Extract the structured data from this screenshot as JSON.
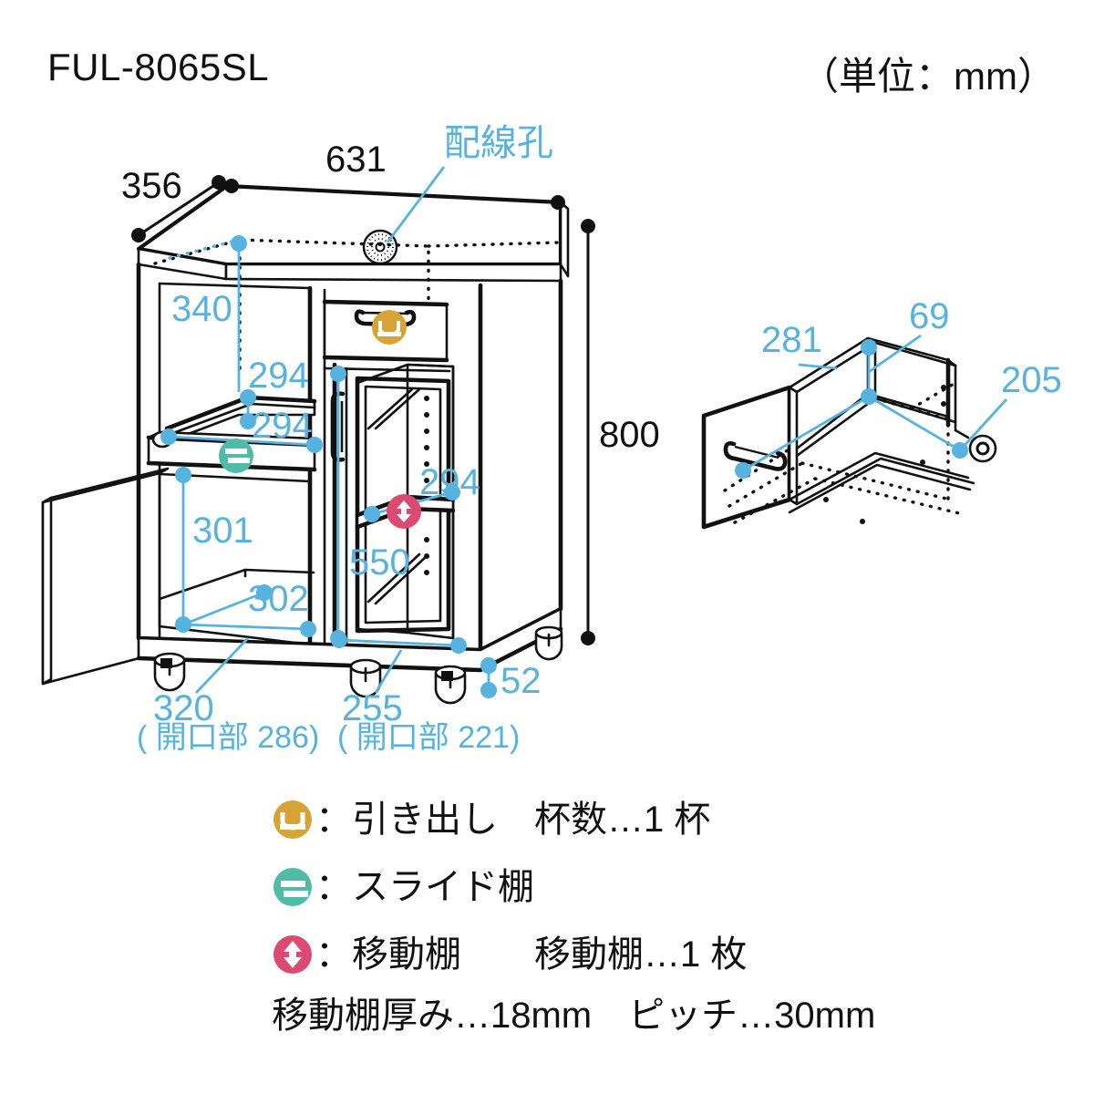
{
  "header": {
    "model_title": "FUL-8065SL",
    "unit_note": "（単位：mm）"
  },
  "main_drawing": {
    "name": "cabinet-isometric-drawing",
    "callout_wiring_hole": "配線孔",
    "dimensions": {
      "overall_width": "631",
      "overall_depth": "356",
      "overall_height": "800",
      "left_inner_depth": "340",
      "slide_shelf_depth_upper": "294",
      "slide_shelf_width": "294",
      "right_shelf_width": "294",
      "left_lower_height": "301",
      "left_lower_depth": "302",
      "right_inner_height": "550",
      "left_opening_width": "320",
      "left_opening_width_note": "( 開口部 286)",
      "right_opening_width": "255",
      "right_opening_width_note": "( 開口部 221)",
      "caster_height": "52"
    }
  },
  "drawer_drawing": {
    "name": "drawer-detail-drawing",
    "dimensions": {
      "inner_width": "281",
      "inner_height": "69",
      "inner_depth": "205"
    }
  },
  "legend": {
    "items": [
      {
        "icon": "drawer-icon",
        "color": "#D5A336",
        "label": "：引き出し　杯数…1 杯"
      },
      {
        "icon": "slide-shelf-icon",
        "color": "#4FBCA6",
        "label": "：スライド棚"
      },
      {
        "icon": "adjustable-shelf-icon",
        "color": "#DB4A73",
        "label": "：移動棚　　移動棚…1 枚"
      }
    ],
    "note": "移動棚厚み…18mm　ピッチ…30mm"
  },
  "colors": {
    "dimension_blue": "#56B3E0",
    "line_black": "#111111",
    "drawer_gold": "#D5A336",
    "slide_teal": "#4FBCA6",
    "shelf_pink": "#DB4A73"
  }
}
